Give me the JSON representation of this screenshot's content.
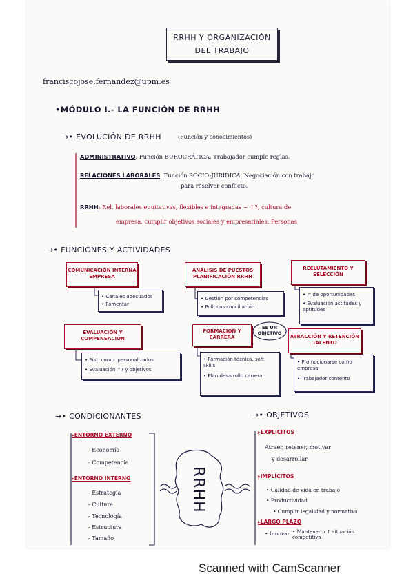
{
  "title": {
    "line1": "RRHH Y ORGANIZACIÓN",
    "line2": "DEL TRABAJO"
  },
  "email": "franciscojose.fernandez@upm.es",
  "module": "•MÓDULO I.- LA FUNCIÓN DE RRHH",
  "evolucion": {
    "heading": "→• EVOLUCIÓN DE RRHH",
    "subheading": "(Función y conocimientos)",
    "items": [
      {
        "label": "ADMINISTRATIVO",
        "text": ". Función BUROCRÁTICA. Trabajador cumple reglas."
      },
      {
        "label": "RELACIONES LABORALES",
        "text": ". Función SOCIO-JURÍDICA. Negociación con trabajo",
        "text2": "para resolver conflicto."
      },
      {
        "label": "RRHH",
        "text": ": Rel. laborales equitativas, flexibles e integradas ~ ↑?, cultura de",
        "text2": "empresa, cumplir objetivos sociales y empresariales. Personas"
      }
    ]
  },
  "funciones": {
    "heading": "→• FUNCIONES Y ACTIVIDADES",
    "boxes": [
      {
        "title": "COMUNICACIÓN INTERNA EMPRESA",
        "items": [
          "• Canales adecuados",
          "• Fomentar"
        ]
      },
      {
        "title": "ANÁLISIS DE PUESTOS PLANIFICACIÓN RRHH",
        "items": [
          "• Gestión por competencias",
          "• Políticas conciliación"
        ]
      },
      {
        "title": "RECLUTAMIENTO Y SELECCIÓN",
        "items": [
          "• = de oportunidades",
          "• Evaluación actitudes y aptitudes"
        ]
      },
      {
        "title": "EVALUACIÓN Y COMPENSACIÓN",
        "items": [
          "• Sist. comp. personalizados",
          "• Evaluación ↑? y objetivos"
        ]
      },
      {
        "title": "FORMACIÓN Y CARRERA",
        "items": [
          "• Formación técnica, soft skills",
          "• Plan desarrollo carrera"
        ]
      },
      {
        "title": "ATRACCIÓN Y RETENCIÓN TALENTO",
        "items": [
          "• Promocionarse como empresa",
          "• Trabajador contento"
        ]
      }
    ],
    "bubble": "ES UN OBJETIVO"
  },
  "condicionantes": {
    "heading": "→• CONDICIONANTES",
    "externo": {
      "label": "▸ENTORNO EXTERNO",
      "items": [
        "- Economía",
        "- Competencia"
      ]
    },
    "interno": {
      "label": "▸ENTORNO INTERNO",
      "items": [
        "- Estrategia",
        "- Cultura",
        "- Tecnología",
        "- Estructura",
        "- Tamaño"
      ]
    }
  },
  "center_label": "RRHH",
  "objetivos": {
    "heading": "→• OBJETIVOS",
    "explicitos": {
      "label": "▸EXPLÍCITOS",
      "text": "Atraer, retener, motivar",
      "text2": "y desarrollar"
    },
    "implicitos": {
      "label": "▸IMPLÍCITOS",
      "items": [
        "• Calidad de vida en trabajo",
        "• Productividad",
        "• Cumplir legalidad y normativa"
      ]
    },
    "largo_plazo": {
      "label": "▸LARGO PLAZO",
      "items": [
        "• Innovar",
        "• Mantener o ↑ situación competitiva"
      ]
    }
  },
  "footer": "Scanned with CamScanner",
  "colors": {
    "ink": "#15152e",
    "accent": "#a8102a",
    "paper": "#fbfaf8"
  }
}
